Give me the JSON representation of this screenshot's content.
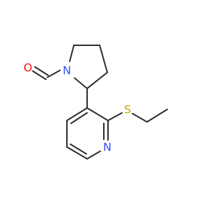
{
  "molecule": {
    "atoms": [
      {
        "id": "O1",
        "label": "O",
        "color": "#ff0d0d"
      },
      {
        "id": "N1",
        "label": "N",
        "color": "#3050f8"
      },
      {
        "id": "S1",
        "label": "S",
        "color": "#c9a800"
      },
      {
        "id": "N2",
        "label": "N",
        "color": "#3050f8"
      }
    ]
  }
}
